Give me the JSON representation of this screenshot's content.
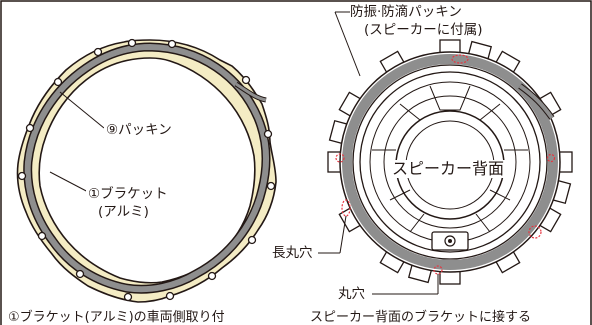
{
  "labels": {
    "gasket_part": "⑨パッキン",
    "bracket_line1": "①ブラケット",
    "bracket_line2": "(アルミ)",
    "top_line1": "防振·防滴パッキン",
    "top_line2": "(スピーカーに付属)",
    "speaker_back": "スピーカー背面",
    "long_hole": "長丸穴",
    "round_hole": "丸穴"
  },
  "captions": {
    "left": "①ブラケット(アルミ)の車両側取り付",
    "right": "スピーカー背面のブラケットに接する"
  },
  "colors": {
    "outline": "#231815",
    "bracket_fill": "#f4ecc4",
    "gasket_fill": "#8e8e8e",
    "hole_marker": "#e8333f",
    "background": "#ffffff"
  }
}
